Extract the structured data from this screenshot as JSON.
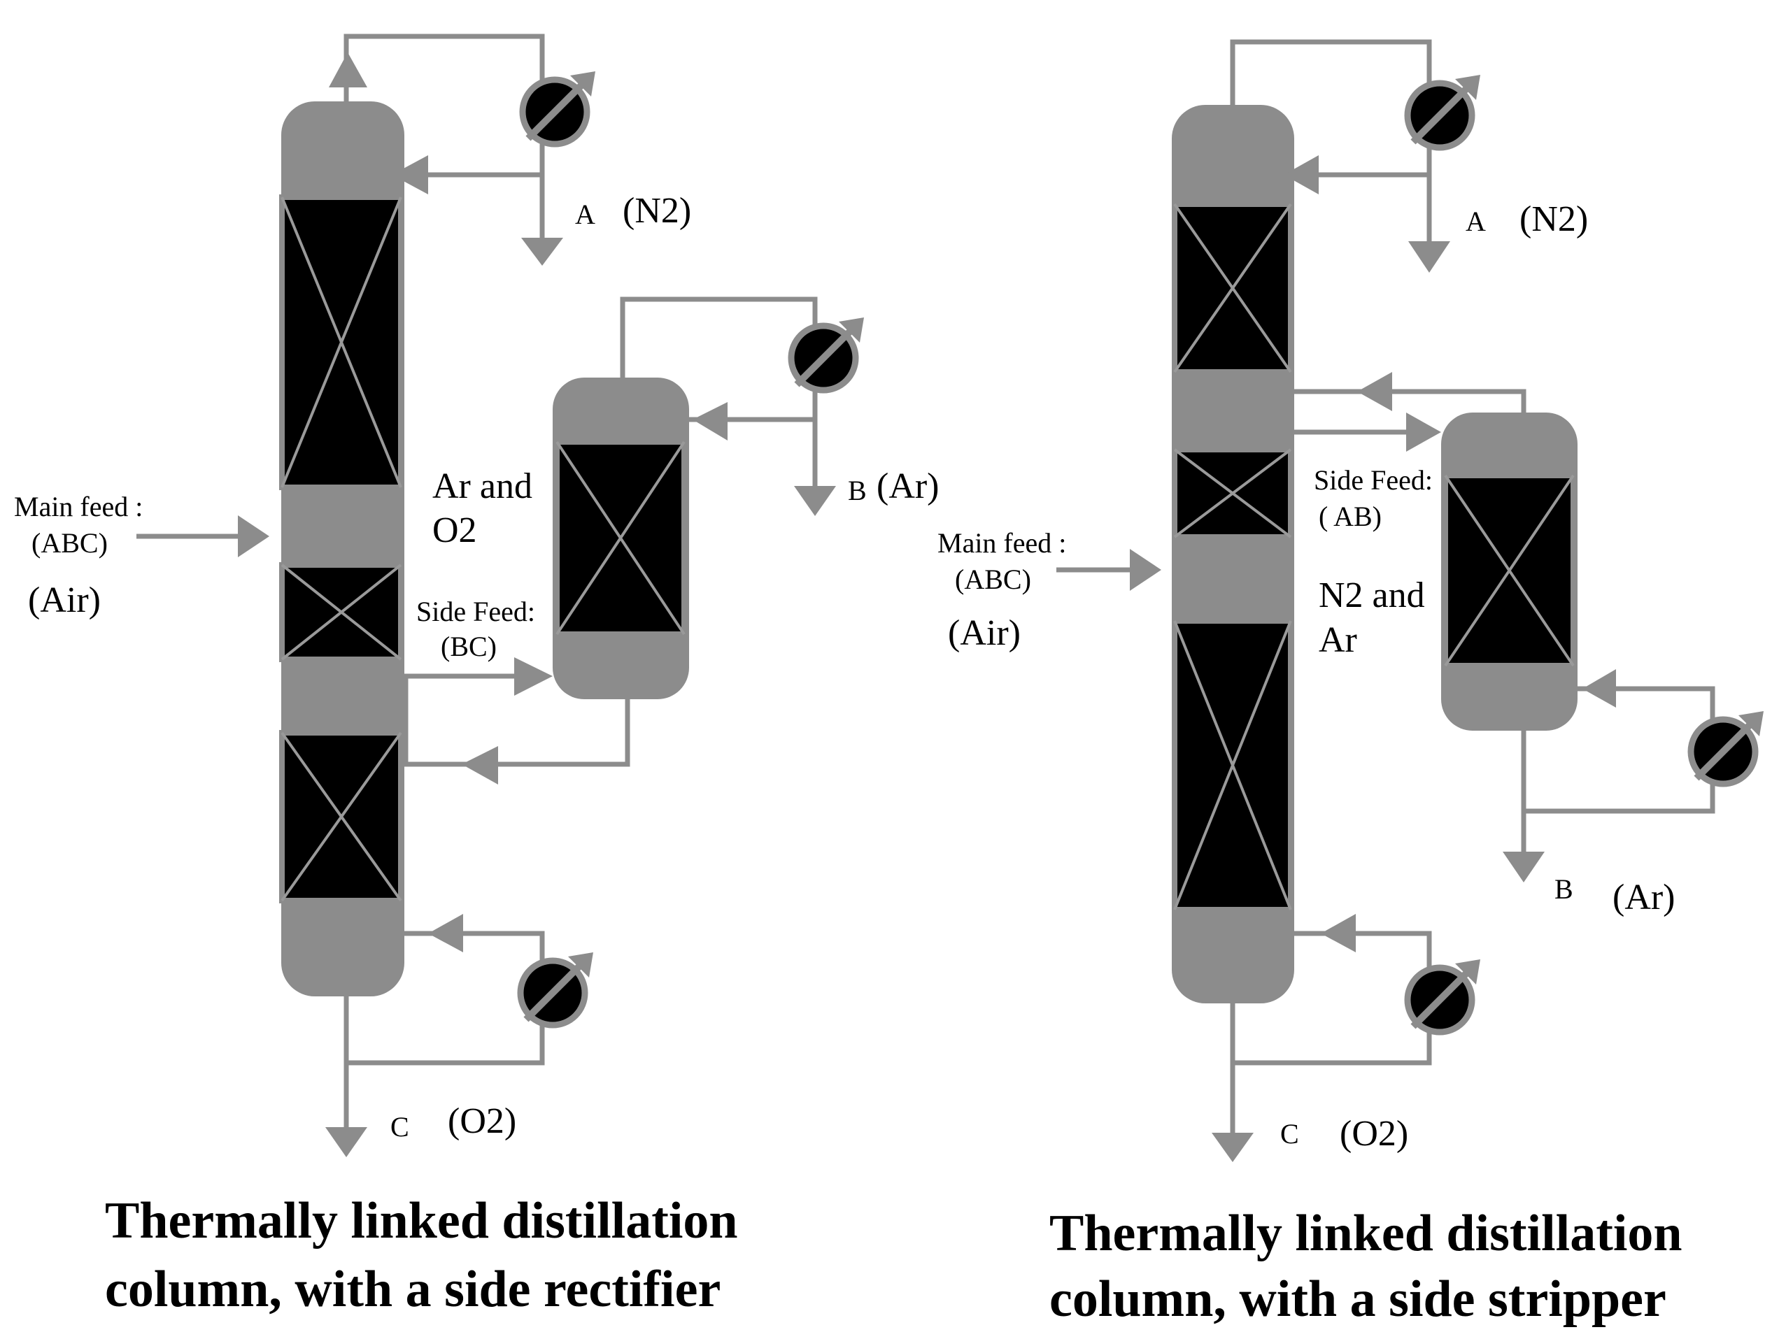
{
  "left": {
    "stream_a": "A",
    "stream_a_comp": "(N2)",
    "stream_b": "B",
    "stream_b_comp": "(Ar)",
    "stream_c": "C",
    "stream_c_comp": "(O2)",
    "main_feed_label": "Main feed :",
    "main_feed_comp": "(ABC)",
    "main_feed_air": "(Air)",
    "side_feed_label": "Side Feed:",
    "side_feed_comp": "(BC)",
    "vapor_line1": "Ar and",
    "vapor_line2": "O2",
    "title_line1": "Thermally linked distillation",
    "title_line2": "column, with a side rectifier"
  },
  "right": {
    "stream_a": "A",
    "stream_a_comp": "(N2)",
    "stream_b": "B",
    "stream_b_comp": "(Ar)",
    "stream_c": "C",
    "stream_c_comp": "(O2)",
    "main_feed_label": "Main feed :",
    "main_feed_comp": "(ABC)",
    "main_feed_air": "(Air)",
    "side_feed_label": "Side Feed:",
    "side_feed_comp": "( AB)",
    "vapor_line1": "N2 and",
    "vapor_line2": "Ar",
    "title_line1": "Thermally linked distillation",
    "title_line2": "column, with a side stripper"
  },
  "colors": {
    "vessel": "#8c8c8c",
    "packing": "#000000",
    "line": "#8c8c8c",
    "text": "#000000"
  }
}
